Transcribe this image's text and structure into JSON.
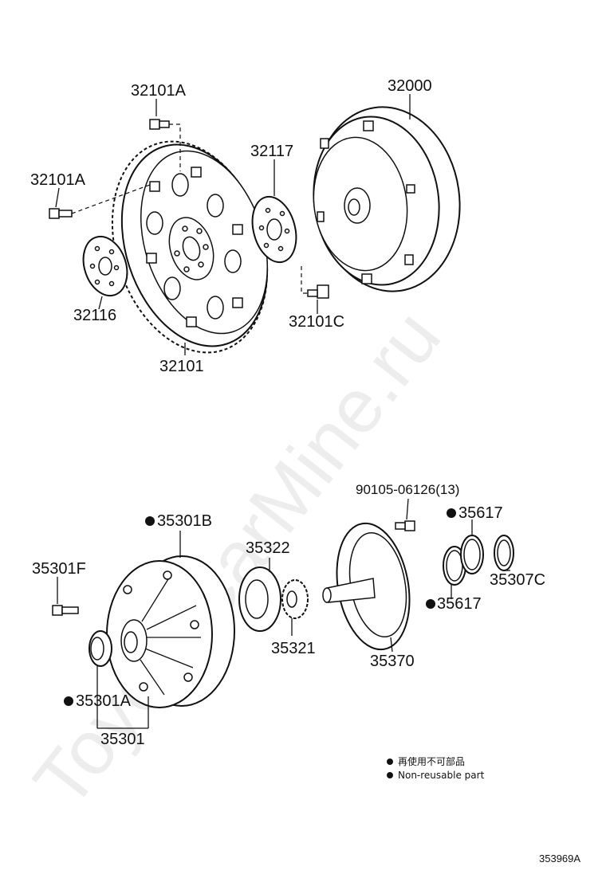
{
  "watermark": "ToyotaCarMine.ru",
  "labels": {
    "p32101A_top": "32101A",
    "p32101A_left": "32101A",
    "p32116": "32116",
    "p32101": "32101",
    "p32117": "32117",
    "p32101C": "32101C",
    "p32000": "32000",
    "p90105": "90105-06126(13)",
    "p35617_top": "35617",
    "p35307C": "35307C",
    "p35617_bot": "35617",
    "p35370": "35370",
    "p35322": "35322",
    "p35321": "35321",
    "p35301B": "35301B",
    "p35301F": "35301F",
    "p35301A": "35301A",
    "p35301": "35301"
  },
  "legend": {
    "jp": "再使用不可部品",
    "en": "Non-reusable part"
  },
  "diagram_code": "353969A",
  "colors": {
    "line": "#111111",
    "background": "#ffffff"
  }
}
